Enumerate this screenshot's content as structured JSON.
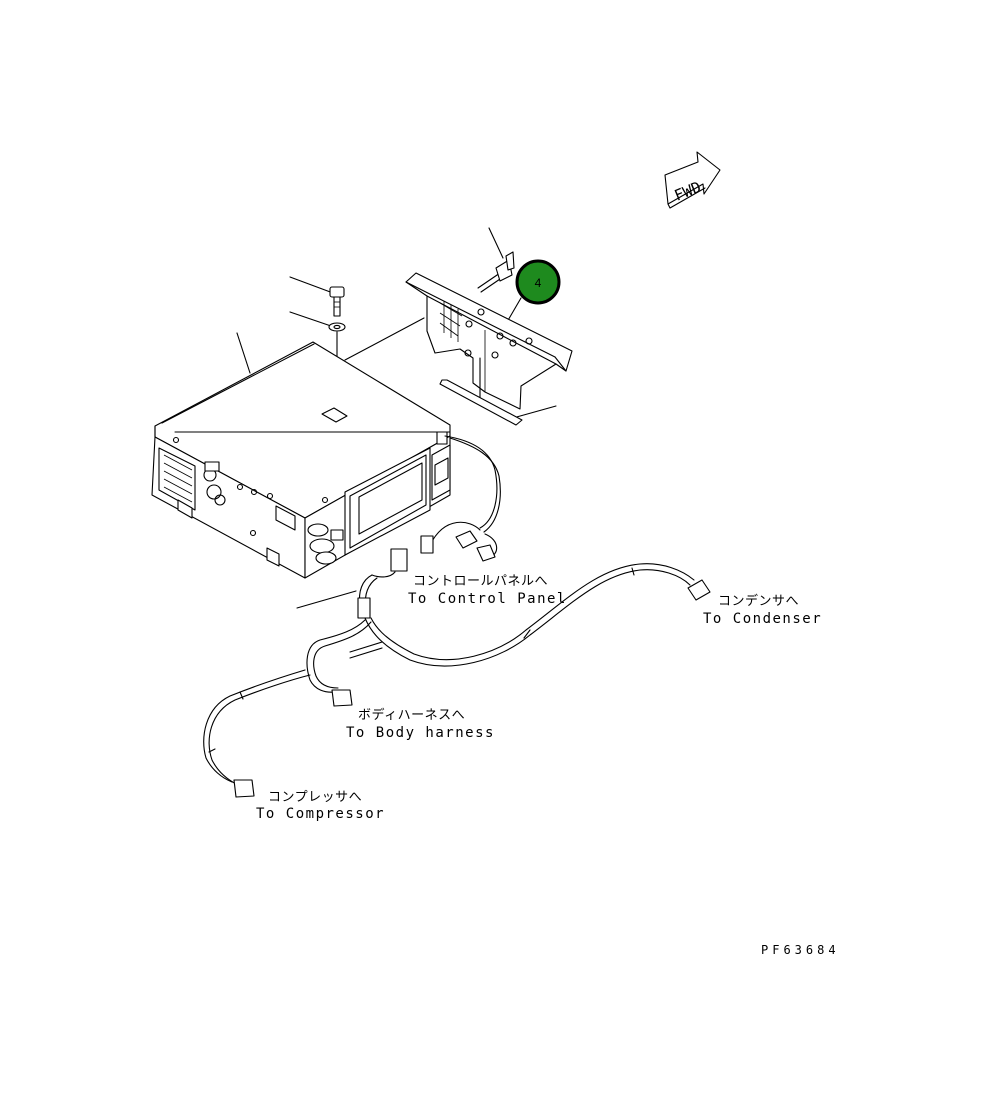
{
  "callout": {
    "number": "4",
    "fill_color": "#1e8a1e",
    "ring_color": "#000000"
  },
  "fwd_arrow": {
    "text": "FWD"
  },
  "labels": {
    "control_panel_jp": "コントロールパネルへ",
    "control_panel_en": "To Control Panel",
    "condenser_jp": "コンデンサへ",
    "condenser_en": "To Condenser",
    "body_harness_jp": "ボディハーネスへ",
    "body_harness_en": "To Body harness",
    "compressor_jp": "コンプレッサへ",
    "compressor_en": "To Compressor"
  },
  "figure_code": "PF63684"
}
